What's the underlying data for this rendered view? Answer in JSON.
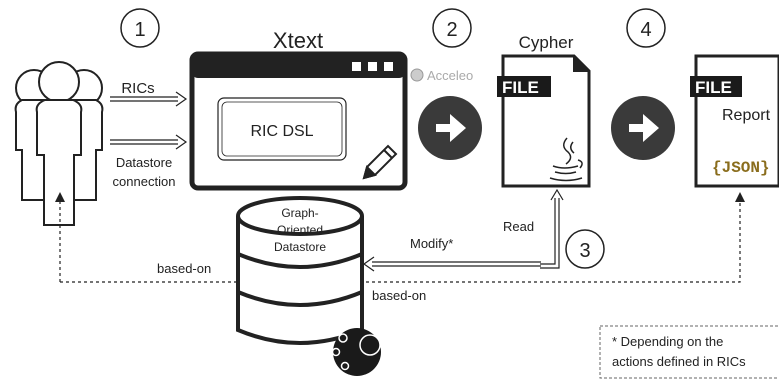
{
  "steps": {
    "step1": "1",
    "step2": "2",
    "step3": "3",
    "step4": "4"
  },
  "tools": {
    "xtext_logo": "Xtext",
    "acceleo_logo": "Acceleo"
  },
  "inputs": {
    "rics": "RICs",
    "datastore_line1": "Datastore",
    "datastore_line2": "connection"
  },
  "editor": {
    "dsl_label": "RIC DSL"
  },
  "files": {
    "cypher_title": "Cypher",
    "file_badge": "FILE",
    "report_badge": "FILE",
    "report_title": "Report",
    "json_tag": "{JSON}"
  },
  "datastore": {
    "line1": "Graph-",
    "line2": "Oriented",
    "line3": "Datastore"
  },
  "edges": {
    "read": "Read",
    "modify": "Modify*",
    "based_on_left": "based-on",
    "based_on_bottom": "based-on"
  },
  "note": {
    "line1": "* Depending on the",
    "line2": "actions defined in RICs"
  },
  "colors": {
    "stroke": "#222222",
    "dark_circle": "#3a3a3a",
    "badge_bg": "#1a1a1a",
    "json_brace": "#4a88b5",
    "json_text": "#8a6d1d"
  }
}
